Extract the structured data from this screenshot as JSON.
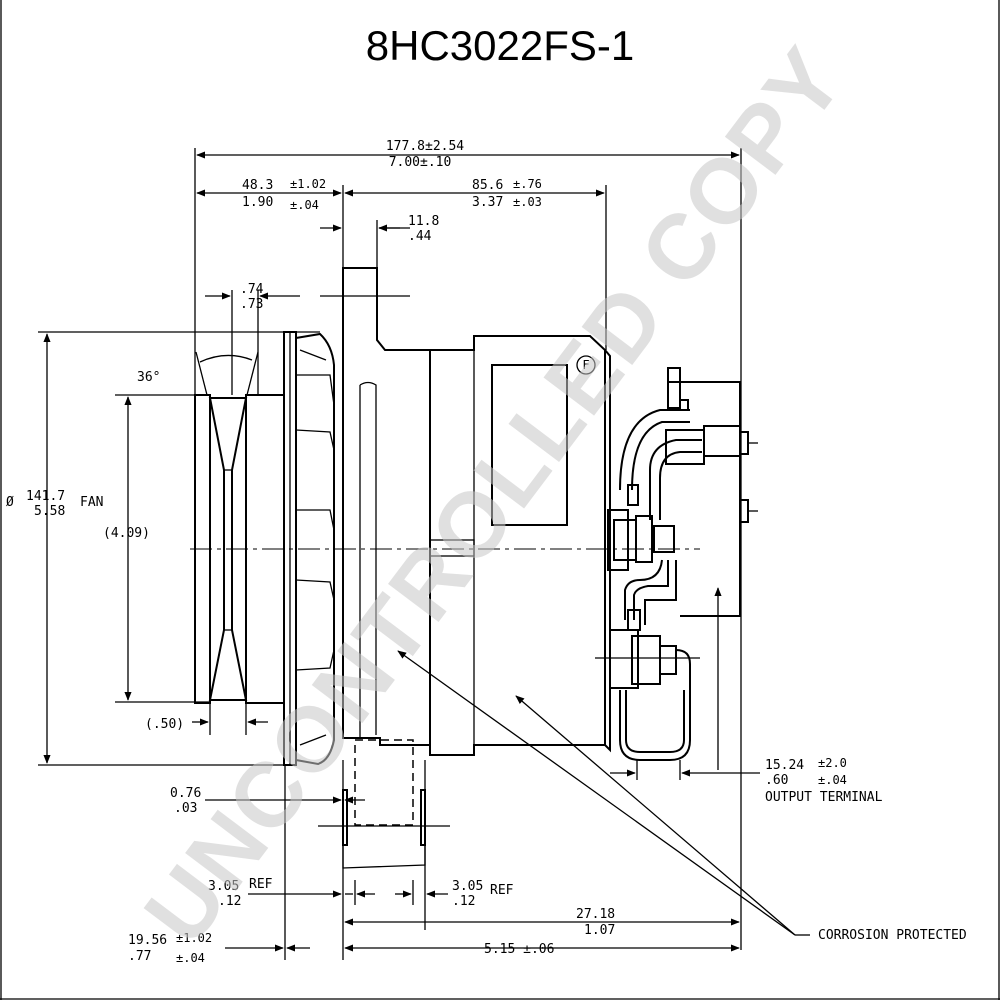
{
  "title": "8HC3022FS-1",
  "watermark": "UNCONTROLLED COPY",
  "dimensions": {
    "overall_mm": "177.8±2.54",
    "overall_in": "7.00±.10",
    "front_mm": "48.3",
    "front_mm_tol": "±1.02",
    "front_in": "1.90",
    "front_in_tol": "±.04",
    "rear_mm": "85.6",
    "rear_mm_tol": "±.76",
    "rear_in": "3.37",
    "rear_in_tol": "±.03",
    "flange_mm": "11.8",
    "flange_in": ".44",
    "belt_top": ".74",
    "belt_bottom": ".73",
    "angle": "36°",
    "fan_dia_mm": "141.7",
    "fan_dia_in": "5.58",
    "fan_label": "FAN",
    "dia_symbol": "Ø",
    "pulley_dia": "(4.09)",
    "groove": "(.50)",
    "small_mm": "0.76",
    "small_in": ".03",
    "ref_left_mm": "3.05",
    "ref_left_in": ".12",
    "ref_label": "REF",
    "ref_right_mm": "3.05",
    "ref_right_in": ".12",
    "mount_mm": "27.18",
    "mount_in": "1.07",
    "base_mm": "19.56",
    "base_mm_tol": "±1.02",
    "base_in": ".77",
    "base_in_tol": "±.04",
    "body_in": "5.15 ±.06",
    "terminal_mm": "15.24",
    "terminal_mm_tol": "±2.0",
    "terminal_in": ".60",
    "terminal_in_tol": "±.04",
    "terminal_label": "OUTPUT TERMINAL",
    "corrosion_label": "CORROSION PROTECTED",
    "f_mark": "F"
  }
}
